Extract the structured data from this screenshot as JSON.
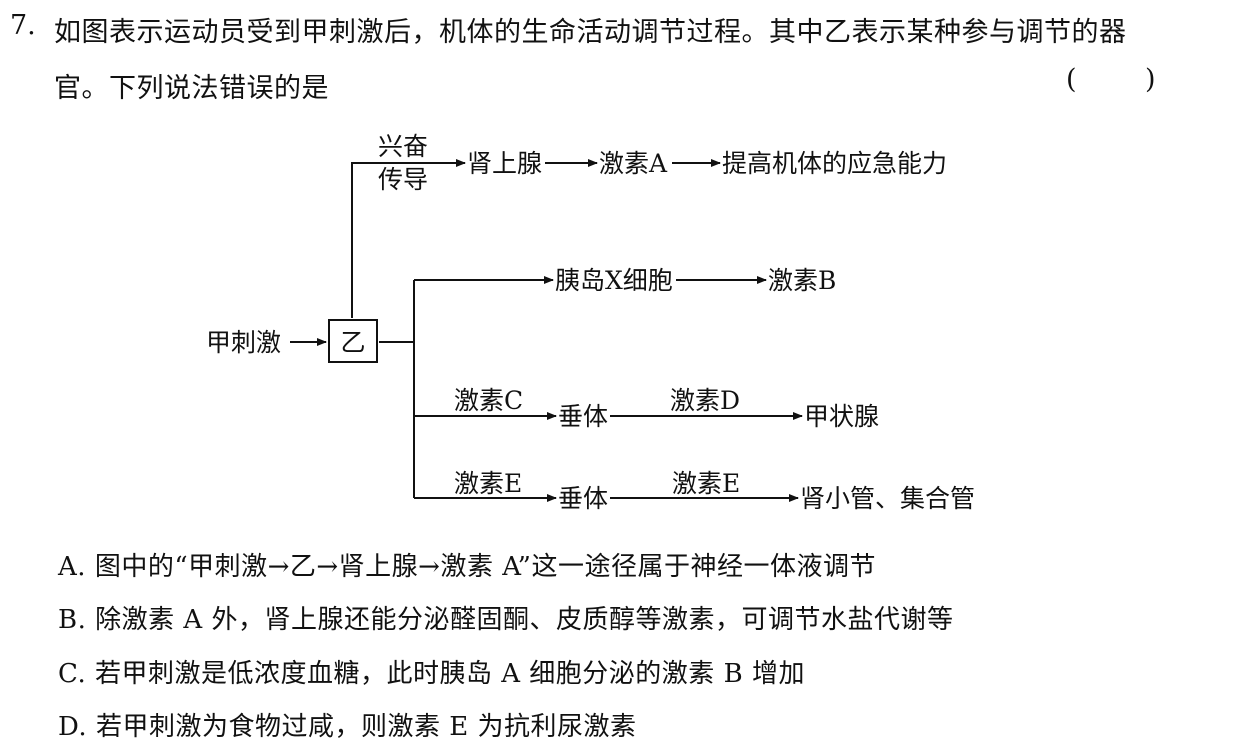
{
  "question": {
    "number": "7.",
    "line1": "如图表示运动员受到甲刺激后，机体的生命活动调节过程。其中乙表示某种参与调节的器",
    "line2": "官。下列说法错误的是",
    "bracket_left": "(",
    "bracket_right": ")"
  },
  "diagram": {
    "stimulus": "甲刺激",
    "organ": "乙",
    "top_branch": {
      "label_line1": "兴奋",
      "label_line2": "传导",
      "n1": "肾上腺",
      "n2": "激素A",
      "n3": "提高机体的应急能力"
    },
    "branch_b": {
      "n1": "胰岛X细胞",
      "n2": "激素B"
    },
    "branch_c": {
      "label1": "激素C",
      "n1": "垂体",
      "label2": "激素D",
      "n2": "甲状腺"
    },
    "branch_e": {
      "label1": "激素E",
      "n1": "垂体",
      "label2": "激素E",
      "n2": "肾小管、集合管"
    }
  },
  "options": [
    {
      "letter": "A.",
      "text": "图中的“甲刺激→乙→肾上腺→激素 A”这一途径属于神经一体液调节"
    },
    {
      "letter": "B.",
      "text": "除激素 A 外，肾上腺还能分泌醛固酮、皮质醇等激素，可调节水盐代谢等"
    },
    {
      "letter": "C.",
      "text": "若甲刺激是低浓度血糖，此时胰岛 A 细胞分泌的激素 B 增加"
    },
    {
      "letter": "D.",
      "text": "若甲刺激为食物过咸，则激素 E 为抗利尿激素"
    }
  ]
}
